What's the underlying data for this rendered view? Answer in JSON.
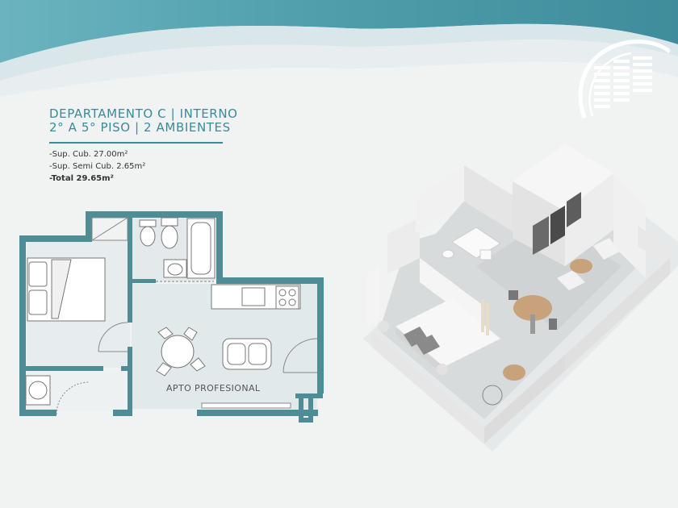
{
  "title": {
    "line1": "DEPARTAMENTO C | INTERNO",
    "line2": "2° A 5° PISO | 2 AMBIENTES"
  },
  "specs": [
    "-Sup. Cub. 27.00m²",
    "-Sup. Semi Cub. 2.65m²",
    "-Total 29.65m²"
  ],
  "plan": {
    "room_label": "APTO PROFESIONAL"
  },
  "colors": {
    "accent": "#3a8a9a",
    "wall_teal": "#4e8c96",
    "floor_tint": "#e4eaec",
    "wave_top": "#5aa6b2"
  },
  "icons": [
    "building-logo-icon",
    "bed-icon",
    "toilet-icon",
    "bidet-icon",
    "sink-icon",
    "bathtub-icon",
    "stove-icon",
    "dining-table-icon",
    "sofa-icon",
    "washer-icon"
  ]
}
